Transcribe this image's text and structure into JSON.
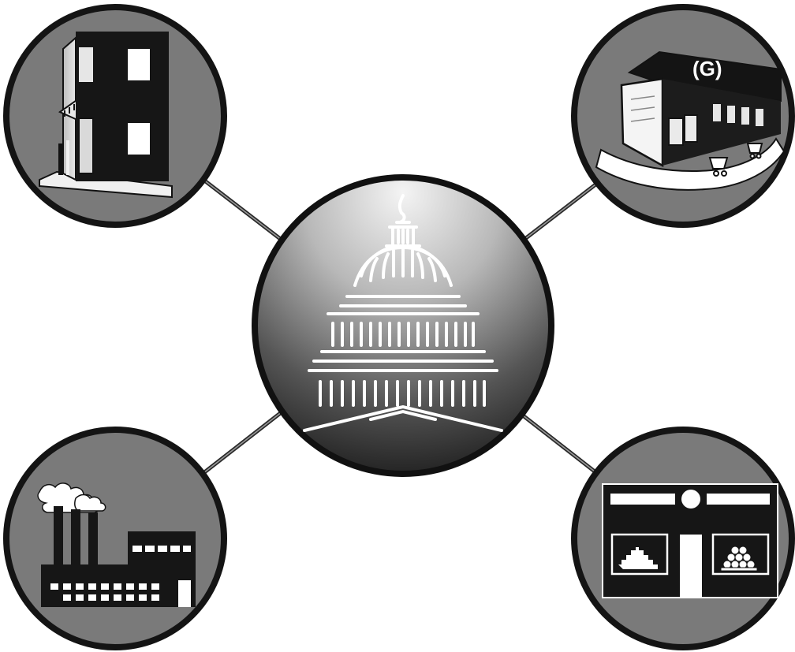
{
  "hub": {
    "name": "capitol-dome-icon",
    "label": ""
  },
  "nodes": [
    {
      "id": "storefront-building",
      "icon": "storefront-building-icon",
      "label": ""
    },
    {
      "id": "grocery-store",
      "icon": "grocery-store-icon",
      "label": "",
      "sign_text": "(G)"
    },
    {
      "id": "factory",
      "icon": "factory-icon",
      "label": ""
    },
    {
      "id": "retail-shop",
      "icon": "retail-shop-icon",
      "label": ""
    }
  ],
  "colors": {
    "circle_fill": "#7a7a7a",
    "circle_stroke": "#141414",
    "hub_light": "#f2f2f2",
    "hub_dark": "#1a1a1a",
    "connector": "#2a2a2a",
    "ink": "#121212",
    "paper": "#ffffff"
  }
}
